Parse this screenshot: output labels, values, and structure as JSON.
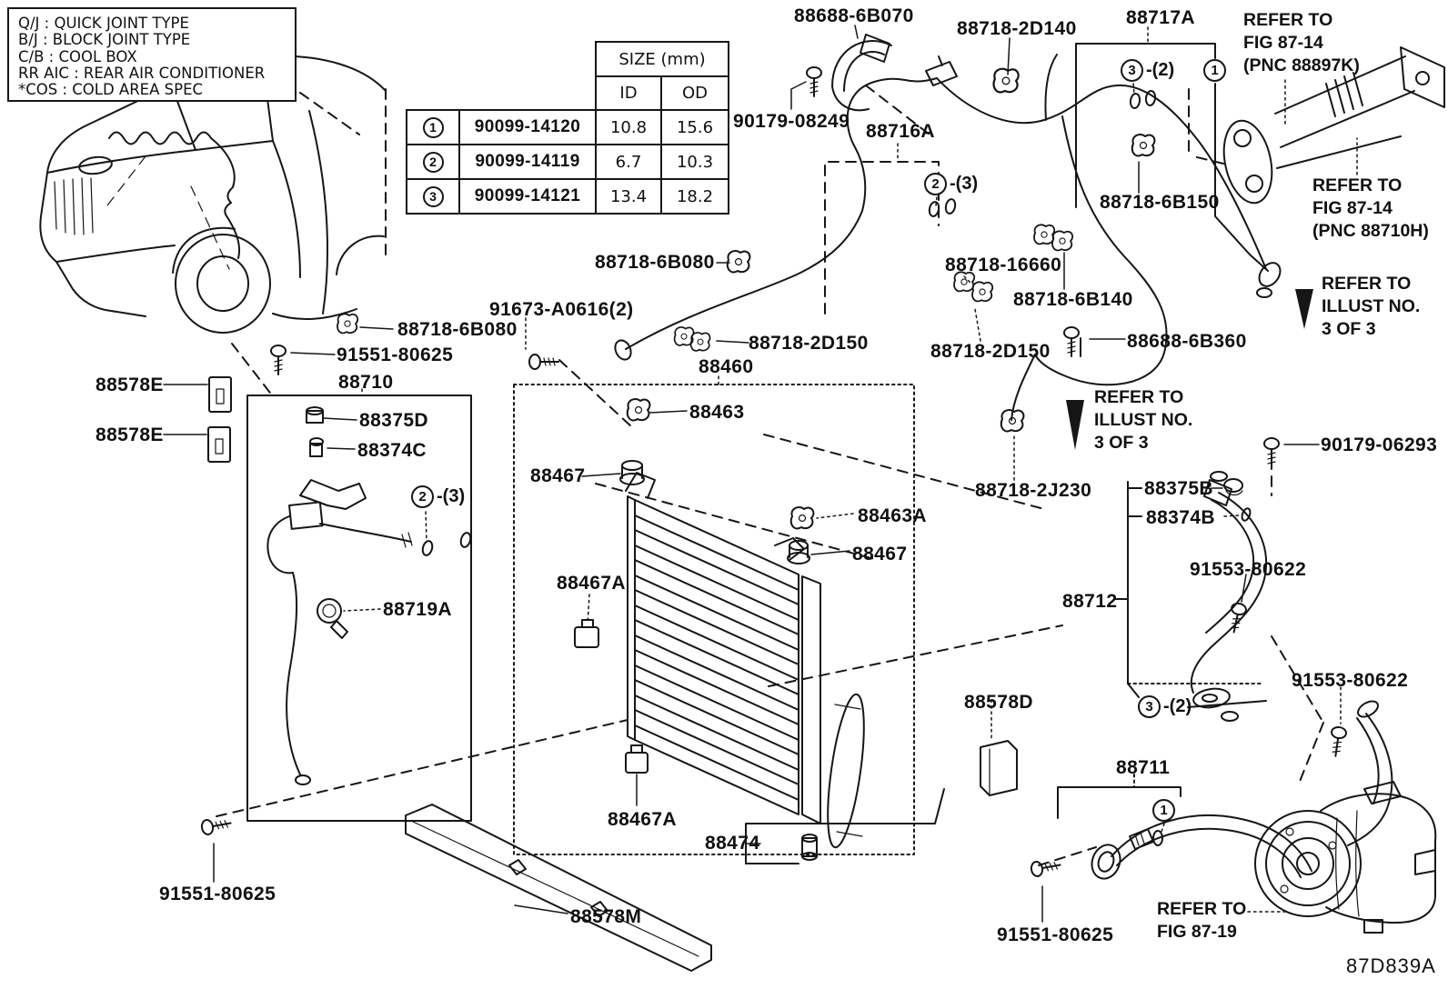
{
  "legend": {
    "lines": [
      "Q/J : QUICK JOINT TYPE",
      "B/J : BLOCK JOINT TYPE",
      "C/B : COOL BOX",
      "RR AIC : REAR AIR CONDITIONER",
      "*COS : COLD AREA SPEC"
    ]
  },
  "size_table": {
    "title": "SIZE (mm)",
    "col_id": "ID",
    "col_od": "OD",
    "rows": [
      {
        "num": "1",
        "part": "90099-14120",
        "id": "10.8",
        "od": "15.6"
      },
      {
        "num": "2",
        "part": "90099-14119",
        "id": "6.7",
        "od": "10.3"
      },
      {
        "num": "3",
        "part": "90099-14121",
        "id": "13.4",
        "od": "18.2"
      }
    ]
  },
  "callouts": {
    "one": "1",
    "two": "2",
    "three": "3",
    "suf2": "-(2)",
    "suf3": "-(3)"
  },
  "refs": {
    "fig8714k": [
      "REFER TO",
      "FIG 87-14",
      "(PNC 88897K)"
    ],
    "fig8714h": [
      "REFER TO",
      "FIG 87-14",
      "(PNC 88710H)"
    ],
    "illust": [
      "REFER TO",
      "ILLUST NO.",
      "3 OF 3"
    ],
    "fig8719": [
      "REFER TO",
      "FIG 87-19"
    ]
  },
  "labels": {
    "l88688_6b070": "88688-6B070",
    "l88718_2d140": "88718-2D140",
    "l90179_08249": "90179-08249",
    "l88716a": "88716A",
    "l88718_6b150": "88718-6B150",
    "l88717a": "88717A",
    "l88718_6b080_top": "88718-6B080",
    "l91673_a0616": "91673-A0616(2)",
    "l88718_2d150_l": "88718-2D150",
    "l88460": "88460",
    "l88718_16660": "88718-16660",
    "l88718_6b140": "88718-6B140",
    "l88718_2d150_r": "88718-2D150",
    "l88688_6b360": "88688-6B360",
    "l88718_2j230": "88718-2J230",
    "l90179_06293": "90179-06293",
    "l88375b": "88375B",
    "l88374b": "88374B",
    "l91553_80622_u": "91553-80622",
    "l88712": "88712",
    "l91553_80622_d": "91553-80622",
    "l88578e_1": "88578E",
    "l88578e_2": "88578E",
    "l88718_6b080_l": "88718-6B080",
    "l91551_80625_t": "91551-80625",
    "l88710": "88710",
    "l88375d": "88375D",
    "l88374c": "88374C",
    "l88719a": "88719A",
    "l88463": "88463",
    "l88467_l": "88467",
    "l88467a_u": "88467A",
    "l88463a": "88463A",
    "l88467_r": "88467",
    "l88467a_d": "88467A",
    "l88474": "88474",
    "l88578d": "88578D",
    "l88711": "88711",
    "l91551_80625_bl": "91551-80625",
    "l88578m": "88578M",
    "l91551_80625_bm": "91551-80625",
    "drawing_code": "87D839A"
  }
}
